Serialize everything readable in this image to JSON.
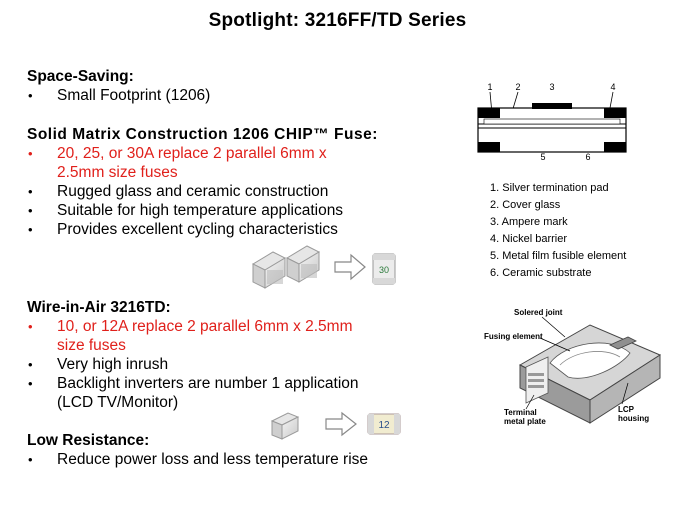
{
  "title": "Spotlight: 3216FF/TD Series",
  "sections": [
    {
      "heading": "Space-Saving:",
      "items": [
        {
          "text": "Small Footprint (1206)",
          "red": false
        }
      ]
    },
    {
      "heading": "Solid Matrix Construction 1206 CHIP™ Fuse:",
      "items": [
        {
          "line1": "20, 25, or 30A replace 2 parallel 6mm x",
          "line2": "2.5mm size fuses",
          "red": true
        },
        {
          "text": "Rugged glass and ceramic construction",
          "red": false
        },
        {
          "text": "Suitable for high temperature applications",
          "red": false
        },
        {
          "text": "Provides excellent cycling characteristics",
          "red": false
        }
      ]
    },
    {
      "heading": "Wire-in-Air  3216TD:",
      "items": [
        {
          "line1": "10, or 12A replace 2 parallel 6mm x 2.5mm",
          "line2": "size fuses",
          "red": true
        },
        {
          "text": "Very high inrush",
          "red": false
        },
        {
          "line1": "Backlight inverters are number 1 application",
          "line2": "(LCD TV/Monitor)",
          "red": false
        }
      ]
    },
    {
      "heading": "Low Resistance:",
      "items": [
        {
          "text": "Reduce power loss and less temperature rise",
          "red": false
        }
      ]
    }
  ],
  "bullet_char": "•",
  "diagram1": {
    "callouts": [
      "1",
      "2",
      "3",
      "4",
      "5",
      "6"
    ],
    "legend": [
      "1. Silver termination pad",
      "2. Cover glass",
      "3. Ampere mark",
      "4. Nickel barrier",
      "5. Metal film fusible element",
      "6. Ceramic substrate"
    ]
  },
  "diagram2": {
    "labels": {
      "soldered_joint": "Solered joint",
      "fusing_element": "Fusing element",
      "terminal_line1": "Terminal",
      "terminal_line2": "metal plate",
      "lcp_line1": "LCP",
      "lcp_line2": "housing"
    }
  },
  "chip_marks": {
    "solid_matrix": "30",
    "wire_in_air": "12"
  }
}
